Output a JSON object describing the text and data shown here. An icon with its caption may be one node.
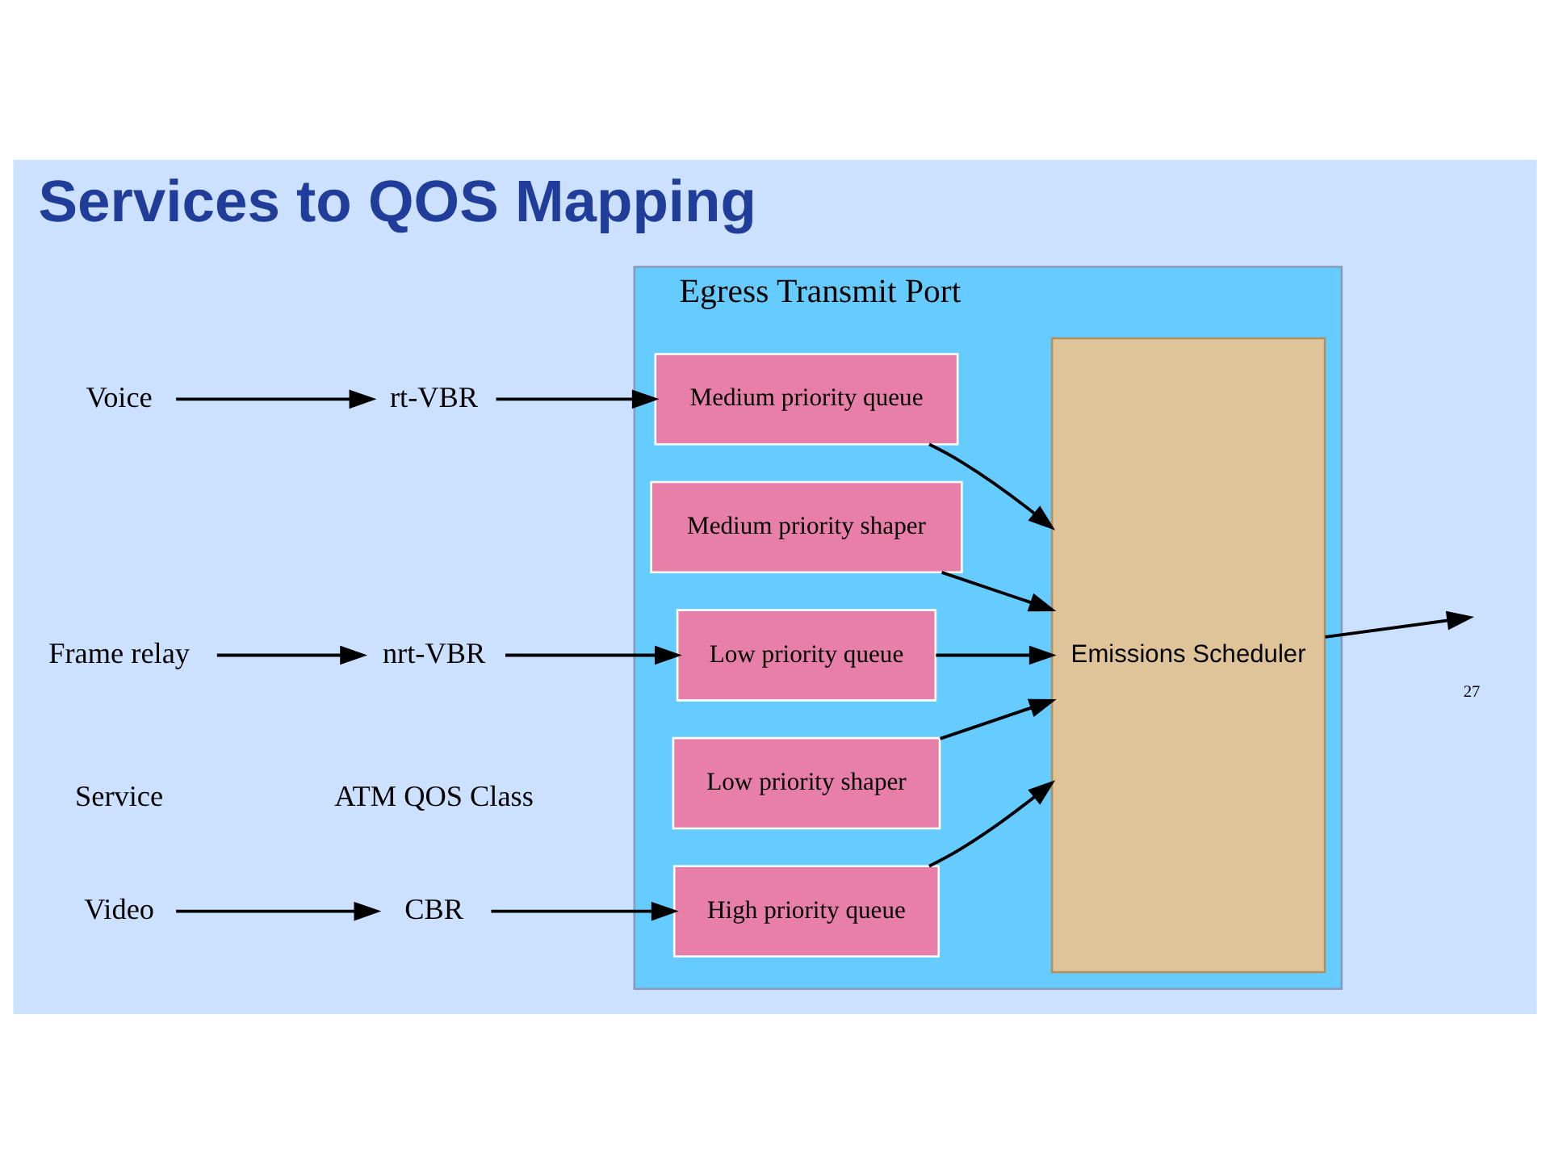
{
  "diagram": {
    "title": "Services to QOS Mapping",
    "nodes": [
      {
        "text": [
          "Video"
        ]
      },
      {
        "text": [
          "CBR"
        ]
      },
      {
        "text": [
          "Voice"
        ]
      },
      {
        "text": [
          "rt-VBR"
        ]
      },
      {
        "text": [
          "Frame relay"
        ]
      },
      {
        "text": [
          "nrt-VBR"
        ]
      },
      {
        "text": [
          "Egress Transmit Port"
        ]
      },
      {
        "text": [
          "High priority queue"
        ],
        "in": 6
      },
      {
        "text": [
          "Medium priority shaper"
        ],
        "in": 6
      },
      {
        "text": [
          "Medium priority queue"
        ],
        "in": 6
      },
      {
        "text": [
          "Low priority shaper"
        ],
        "in": 6
      },
      {
        "text": [
          "Low priority queue"
        ],
        "in": 6
      },
      {
        "text": [
          "Emissions Scheduler"
        ],
        "in": 6
      }
    ],
    "edges": [
      {
        "from": 0,
        "to": 1,
        "arrow": "to"
      },
      {
        "from": 1,
        "to": 7,
        "arrow": "to"
      },
      {
        "from": 2,
        "to": 3,
        "arrow": "to"
      },
      {
        "from": 3,
        "to": 9,
        "arrow": "to"
      },
      {
        "from": 4,
        "to": 5,
        "arrow": "to"
      },
      {
        "from": 5,
        "to": 11,
        "arrow": "to"
      },
      {
        "from": 7,
        "to": 12,
        "arrow": "to"
      },
      {
        "from": 8,
        "to": 12,
        "arrow": "to"
      },
      {
        "from": 9,
        "to": 12,
        "arrow": "to"
      },
      {
        "from": 10,
        "to": 12,
        "arrow": "to"
      },
      {
        "from": 11,
        "to": 12,
        "arrow": "to"
      },
      {
        "from": 12,
        "to": null,
        "arrow": "to"
      }
    ],
    "labels": [
      "Service",
      "ATM QOS Class",
      "27"
    ]
  }
}
